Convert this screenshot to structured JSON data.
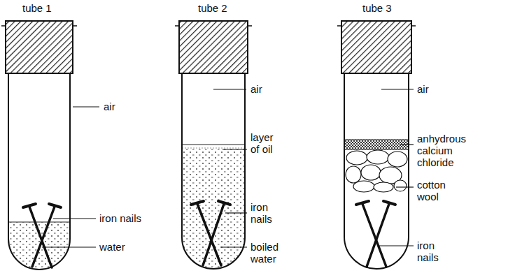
{
  "diagram": {
    "labels": [
      "tube 1",
      "air",
      "iron nails",
      "water",
      "tube 2",
      "air",
      "layer of oil",
      "iron nails",
      "boiled water",
      "tube 3",
      "air",
      "anhydrous calcium chloride",
      "cotton wool",
      "iron nails"
    ]
  }
}
